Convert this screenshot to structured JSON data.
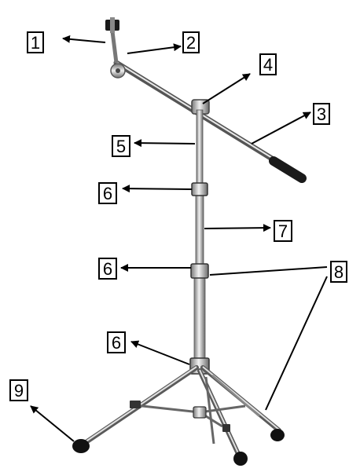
{
  "diagram": {
    "callouts": [
      "1",
      "2",
      "3",
      "4",
      "5",
      "6",
      "6",
      "6",
      "7",
      "8",
      "9"
    ]
  }
}
